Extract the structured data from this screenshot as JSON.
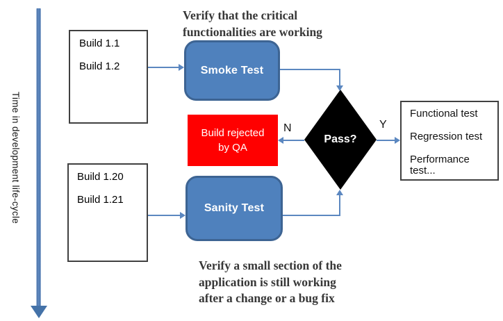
{
  "timeline": {
    "label": "Time in development life-cycle"
  },
  "annotations": {
    "smoke": {
      "line1": "Verify that the critical",
      "line2": "functionalities are working"
    },
    "sanity": {
      "line1": "Verify a small section of the",
      "line2": "application is still working",
      "line3": "after a change or a bug fix"
    }
  },
  "nodes": {
    "builds_early": {
      "line1": "Build 1.1",
      "line2": "Build 1.2"
    },
    "builds_later": {
      "line1": "Build 1.20",
      "line2": "Build 1.21"
    },
    "smoke_test": {
      "label": "Smoke Test"
    },
    "sanity_test": {
      "label": "Sanity Test"
    },
    "build_rejected": {
      "line1": "Build rejected",
      "line2": "by QA"
    },
    "decision": {
      "label": "Pass?"
    },
    "post_pass_tests": {
      "line1": "Functional test",
      "line2": "Regression test",
      "line3": "Performance test..."
    }
  },
  "edges": {
    "fail_label": "N",
    "pass_label": "Y"
  },
  "colors": {
    "node_blue_fill": "#4f81bd",
    "node_blue_border": "#3d6493",
    "reject_red": "#ff0000",
    "decision_black": "#000000",
    "connector_blue": "#5b87c0",
    "timeline_blue": "#4472a8"
  }
}
